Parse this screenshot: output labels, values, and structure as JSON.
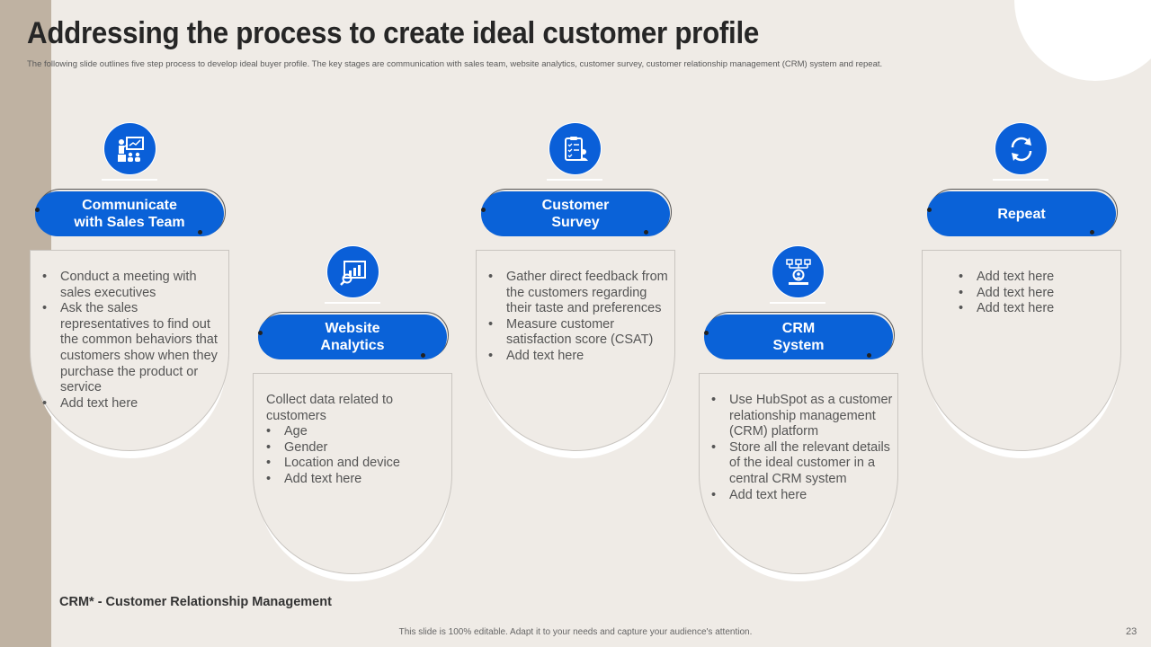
{
  "slide": {
    "title": "Addressing the process to create ideal customer profile",
    "subtitle": "The following slide outlines five step process to develop ideal buyer profile. The key stages are communication with sales team, website analytics, customer survey, customer relationship management (CRM) system and repeat.",
    "footnote": "CRM* - Customer Relationship Management",
    "footer": "This slide is 100% editable. Adapt it to your needs and capture your audience's attention.",
    "page_number": "23"
  },
  "colors": {
    "accent": "#0a62d8",
    "background": "#efebe6",
    "sidebar": "#bfb2a2"
  },
  "steps": [
    {
      "icon": "presentation-icon",
      "title_line1": "Communicate",
      "title_line2": "with Sales Team",
      "intro": "",
      "bullets": [
        "Conduct a meeting with sales executives",
        "Ask the sales representatives to find out the common behaviors that customers show when they purchase the product or service",
        "Add text here"
      ]
    },
    {
      "icon": "analytics-chart-icon",
      "title_line1": "Website",
      "title_line2": "Analytics",
      "intro": "Collect data related to customers",
      "bullets": [
        "Age",
        "Gender",
        "Location and device",
        "Add text here"
      ]
    },
    {
      "icon": "survey-clipboard-icon",
      "title_line1": "Customer",
      "title_line2": "Survey",
      "intro": "",
      "bullets": [
        "Gather direct feedback from the customers regarding their taste and preferences",
        "Measure customer satisfaction score (CSAT)",
        "Add text here"
      ]
    },
    {
      "icon": "crm-network-icon",
      "title_line1": "CRM",
      "title_line2": "System",
      "intro": "",
      "bullets": [
        "Use HubSpot as a customer relationship management (CRM) platform",
        "Store all the relevant details of the ideal customer in a central CRM system",
        "Add text here"
      ]
    },
    {
      "icon": "refresh-cycle-icon",
      "title_line1": "Repeat",
      "title_line2": "",
      "intro": "",
      "bullets": [
        "Add text here",
        "Add text here",
        "Add text here"
      ]
    }
  ]
}
